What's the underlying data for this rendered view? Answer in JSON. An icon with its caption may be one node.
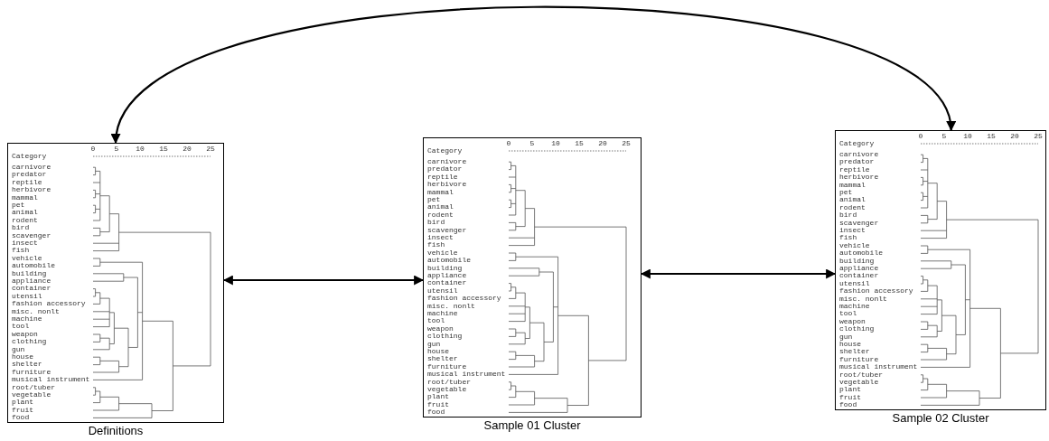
{
  "diagram": {
    "nodes": [
      {
        "text": [
          "Definitions",
          "Category",
          "0",
          "5",
          "10",
          "15",
          "20",
          "25",
          "carnivore",
          "predator",
          "reptile",
          "herbivore",
          "mammal",
          "pet",
          "animal",
          "rodent",
          "bird",
          "scavenger",
          "insect",
          "fish",
          "vehicle",
          "automobile",
          "building",
          "appliance",
          "container",
          "utensil",
          "fashion accessory",
          "misc. nonlt",
          "machine",
          "tool",
          "weapon",
          "clothing",
          "gun",
          "house",
          "shelter",
          "furniture",
          "musical instrument",
          "root/tuber",
          "vegetable",
          "plant",
          "fruit",
          "food"
        ]
      },
      {
        "text": [
          "Sample 01 Cluster",
          "Category",
          "0",
          "5",
          "10",
          "15",
          "20",
          "25",
          "carnivore",
          "predator",
          "reptile",
          "herbivore",
          "mammal",
          "pet",
          "animal",
          "rodent",
          "bird",
          "scavenger",
          "insect",
          "fish",
          "vehicle",
          "automobile",
          "building",
          "appliance",
          "container",
          "utensil",
          "fashion accessory",
          "misc. nonlt",
          "machine",
          "tool",
          "weapon",
          "clothing",
          "gun",
          "house",
          "shelter",
          "furniture",
          "musical instrument",
          "root/tuber",
          "vegetable",
          "plant",
          "fruit",
          "food"
        ]
      },
      {
        "text": [
          "Sample 02 Cluster",
          "Category",
          "0",
          "5",
          "10",
          "15",
          "20",
          "25",
          "carnivore",
          "predator",
          "reptile",
          "herbivore",
          "mammal",
          "pet",
          "animal",
          "rodent",
          "bird",
          "scavenger",
          "insect",
          "fish",
          "vehicle",
          "automobile",
          "building",
          "appliance",
          "container",
          "utensil",
          "fashion accessory",
          "misc. nonlt",
          "machine",
          "tool",
          "weapon",
          "clothing",
          "gun",
          "house",
          "shelter",
          "furniture",
          "musical instrument",
          "root/tuber",
          "vegetable",
          "plant",
          "fruit",
          "food"
        ]
      }
    ],
    "edges": [
      {
        "from": 0,
        "to": 1,
        "arrow": "both"
      },
      {
        "from": 1,
        "to": 2,
        "arrow": "both"
      },
      {
        "from": 2,
        "to": 0,
        "arrow": "both"
      }
    ]
  }
}
